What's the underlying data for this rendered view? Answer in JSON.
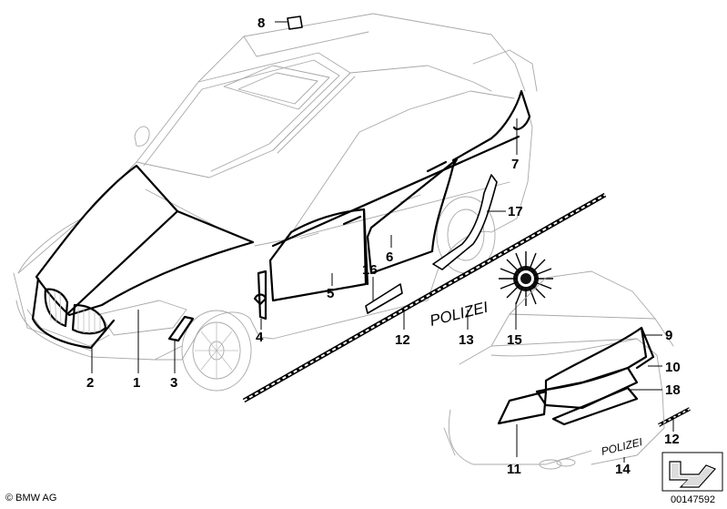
{
  "callouts": {
    "c1": "1",
    "c2": "2",
    "c3": "3",
    "c4": "4",
    "c5": "5",
    "c6": "6",
    "c7": "7",
    "c8": "8",
    "c9": "9",
    "c10": "10",
    "c11": "11",
    "c12a": "12",
    "c12b": "12",
    "c13": "13",
    "c14": "14",
    "c15": "15",
    "c16": "16",
    "c17": "17",
    "c18": "18"
  },
  "decals": {
    "polizei_large": "POLIZEI",
    "polizei_small": "POLIZEI"
  },
  "footer": {
    "copyright": "© BMW AG",
    "document_number": "00147592"
  },
  "icons": {
    "nav_arrow": "arrow-icon"
  }
}
